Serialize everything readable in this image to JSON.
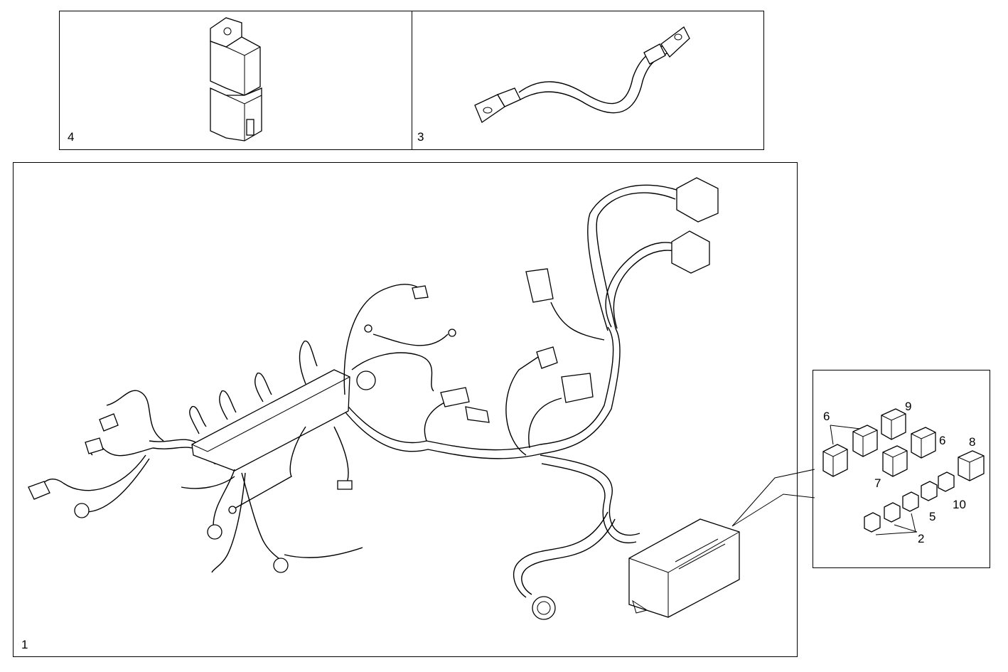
{
  "panels": {
    "main": {
      "label": "1"
    },
    "cable": {
      "label": "3"
    },
    "relay": {
      "label": "4"
    }
  },
  "callouts": [
    "6",
    "9",
    "6",
    "8",
    "7",
    "5",
    "10",
    "2"
  ],
  "colors": {
    "line": "#000000",
    "background": "#ffffff"
  }
}
